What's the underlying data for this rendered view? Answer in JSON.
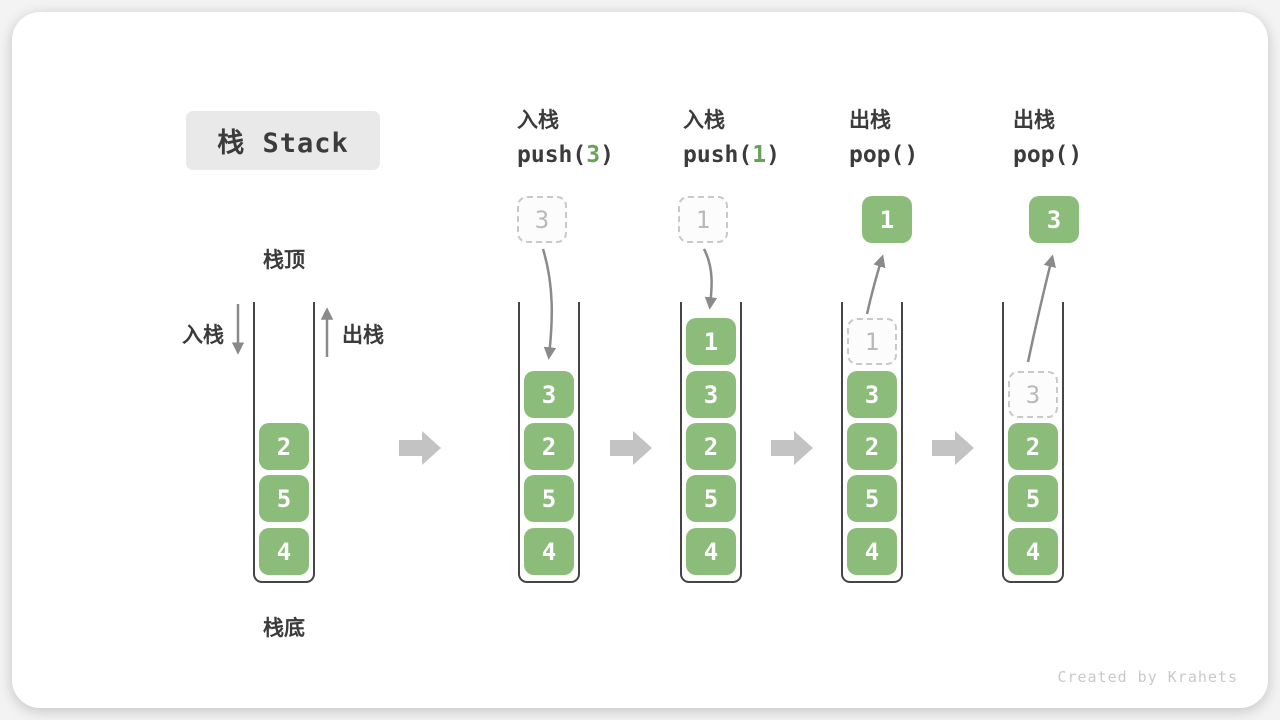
{
  "title": "栈 Stack",
  "watermark": "Created by Krahets",
  "colors": {
    "item_green": "#8bbc7a",
    "code_arg_green": "#67a356",
    "ink": "#3b3b3b",
    "curved_arrow_gray": "#8a8a8a",
    "flow_arrow_gray": "#c3c3c3",
    "ghost_border": "#c9c9c9",
    "ghost_text": "#b9b9b9",
    "badge_bg": "#e9e9e9"
  },
  "legend": {
    "stack_top": "栈顶",
    "stack_bottom": "栈底",
    "push_side": "入栈",
    "pop_side": "出栈"
  },
  "operations": [
    {
      "label": "入栈",
      "fn": "push(",
      "arg": "3",
      "end": ")"
    },
    {
      "label": "入栈",
      "fn": "push(",
      "arg": "1",
      "end": ")"
    },
    {
      "label": "出栈",
      "fn": "pop(",
      "arg": "",
      "end": ")"
    },
    {
      "label": "出栈",
      "fn": "pop(",
      "arg": "",
      "end": ")"
    }
  ],
  "stacks": [
    {
      "name": "initial",
      "items": [
        "2",
        "5",
        "4"
      ]
    },
    {
      "name": "after-push-3",
      "floating": "3",
      "items": [
        "3",
        "2",
        "5",
        "4"
      ]
    },
    {
      "name": "after-push-1",
      "floating": "1",
      "items": [
        "1",
        "3",
        "2",
        "5",
        "4"
      ]
    },
    {
      "name": "after-pop-1",
      "popped": "1",
      "ghost": "1",
      "items": [
        "3",
        "2",
        "5",
        "4"
      ]
    },
    {
      "name": "after-pop-3",
      "popped": "3",
      "ghost": "3",
      "items": [
        "2",
        "5",
        "4"
      ]
    }
  ]
}
